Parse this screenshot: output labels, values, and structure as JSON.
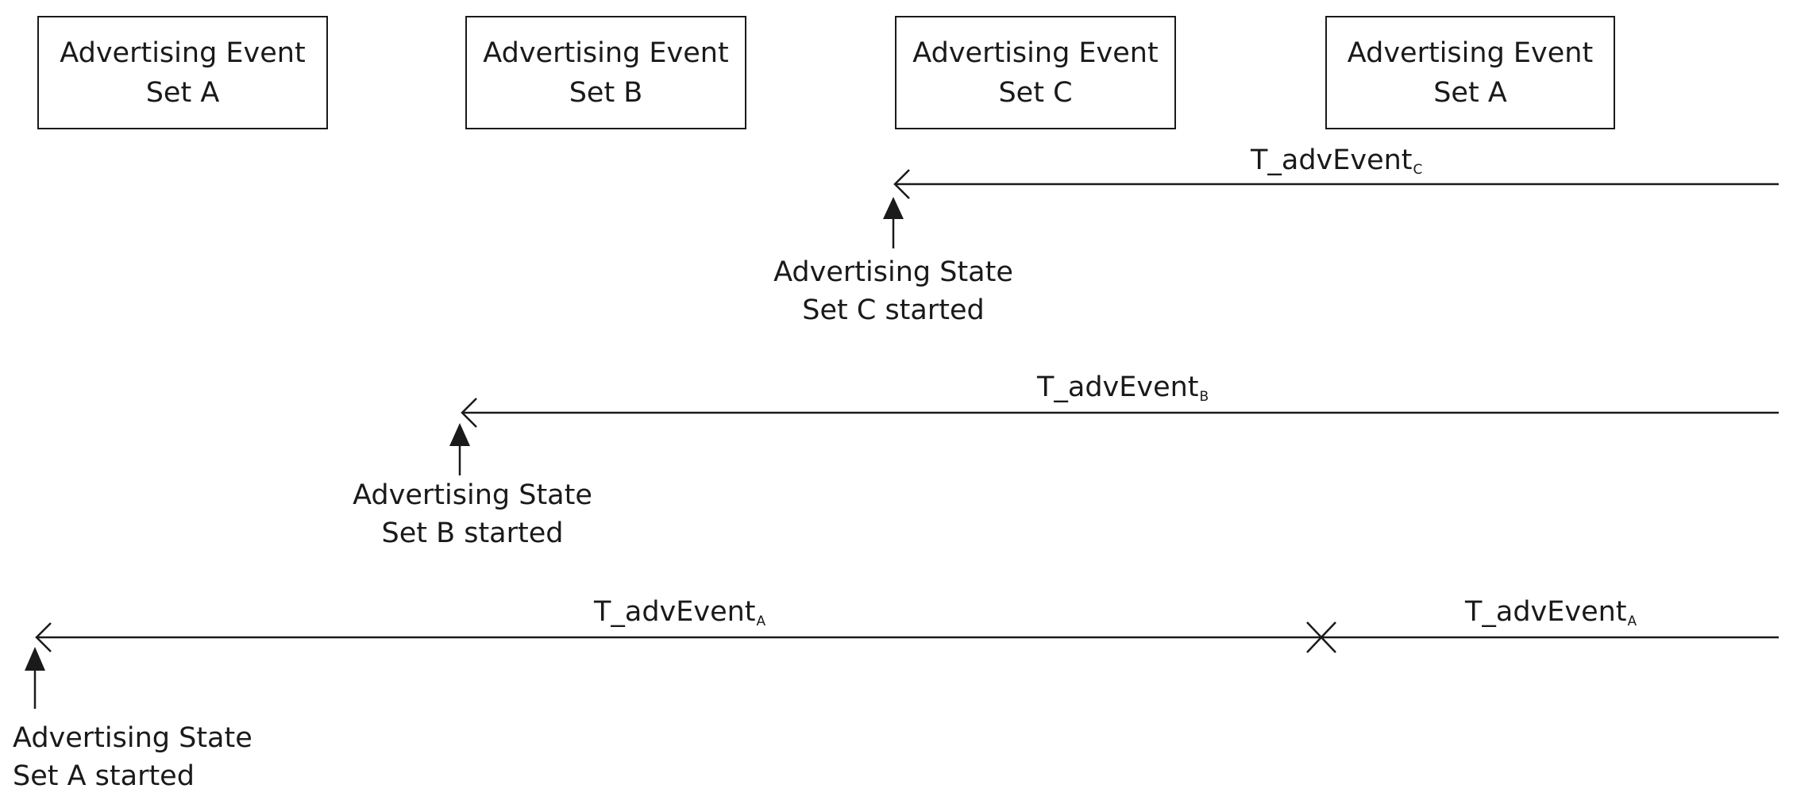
{
  "event_boxes": [
    {
      "line1": "Advertising Event",
      "line2": "Set A"
    },
    {
      "line1": "Advertising Event",
      "line2": "Set B"
    },
    {
      "line1": "Advertising Event",
      "line2": "Set C"
    },
    {
      "line1": "Advertising Event",
      "line2": "Set A"
    }
  ],
  "state_labels": {
    "c": {
      "line1": "Advertising State",
      "line2": "Set C started"
    },
    "b": {
      "line1": "Advertising State",
      "line2": "Set B started"
    },
    "a": {
      "line1": "Advertising State",
      "line2": "Set A started"
    }
  },
  "periods": {
    "c": {
      "text": "T_advEvent",
      "sub": "C"
    },
    "b": {
      "text": "T_advEvent",
      "sub": "B"
    },
    "a1": {
      "text": "T_advEvent",
      "sub": "A"
    },
    "a2": {
      "text": "T_advEvent",
      "sub": "A"
    }
  }
}
